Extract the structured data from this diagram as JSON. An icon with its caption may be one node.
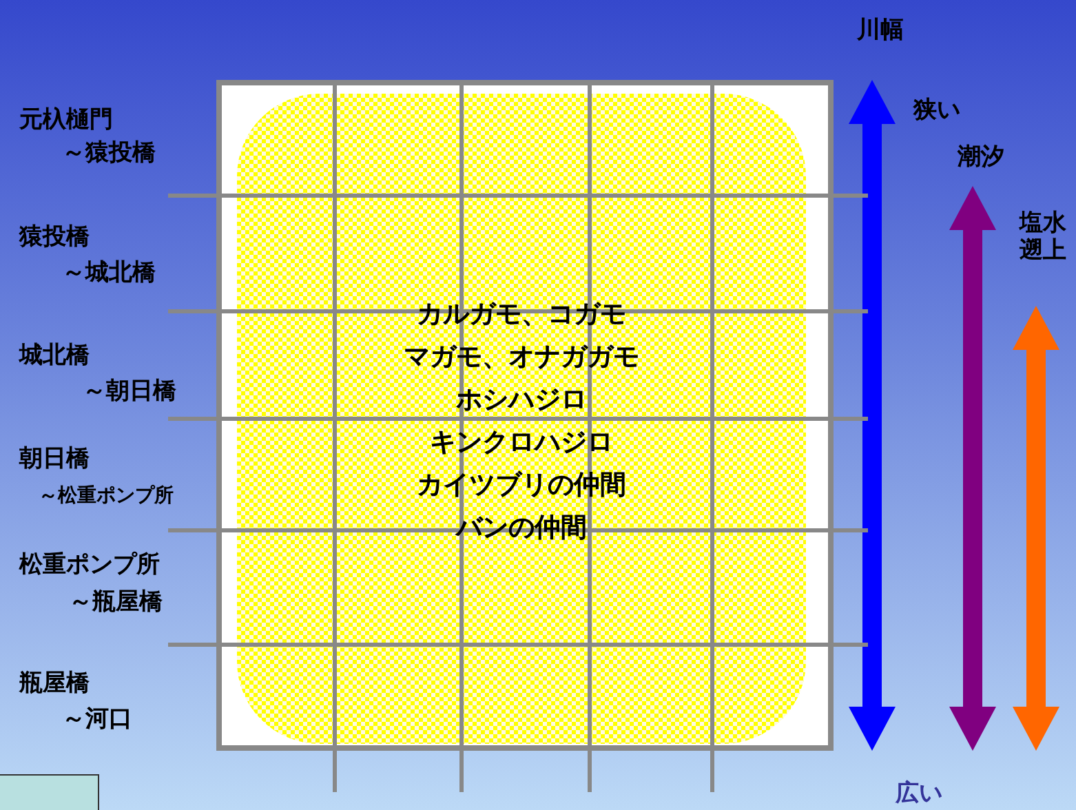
{
  "diagram": {
    "nodes": [
      {
        "text": [
          "カルガモ、コガモ",
          "マガモ、オナガガモ",
          "ホシハジロ",
          "キンクロハジロ",
          "カイツブリの仲間",
          "バンの仲間"
        ]
      }
    ],
    "edges": [],
    "labels": [
      "川幅",
      "狭い",
      "潮汐",
      "塩水遡上",
      "元杁樋門",
      "～猿投橋",
      "猿投橋",
      "～城北橋",
      "城北橋",
      "～朝日橋",
      "朝日橋",
      "～松重ポンプ所",
      "松重ポンプ所",
      "～瓶屋橋",
      "瓶屋橋",
      "～河口",
      "広い"
    ]
  }
}
